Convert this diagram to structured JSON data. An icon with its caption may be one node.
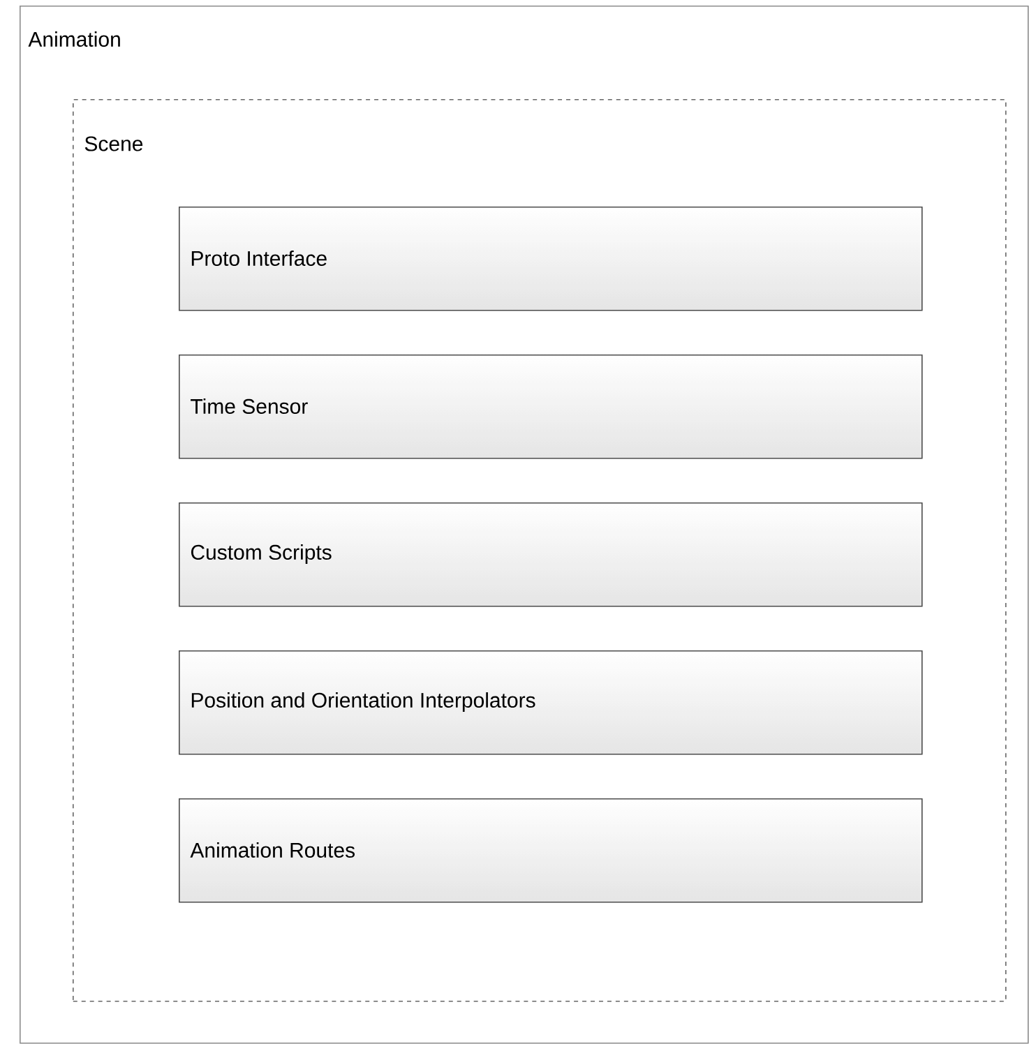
{
  "diagram": {
    "nodes": [
      {
        "text": [
          "Animation"
        ]
      },
      {
        "text": [
          "Scene"
        ],
        "in": 0
      },
      {
        "text": [
          "Proto Interface"
        ],
        "in": 1
      },
      {
        "text": [
          "Time Sensor"
        ],
        "in": 1
      },
      {
        "text": [
          "Custom Scripts"
        ],
        "in": 1
      },
      {
        "text": [
          "Position and Orientation Interpolators"
        ],
        "in": 1
      },
      {
        "text": [
          "Animation Routes"
        ],
        "in": 1
      }
    ]
  }
}
